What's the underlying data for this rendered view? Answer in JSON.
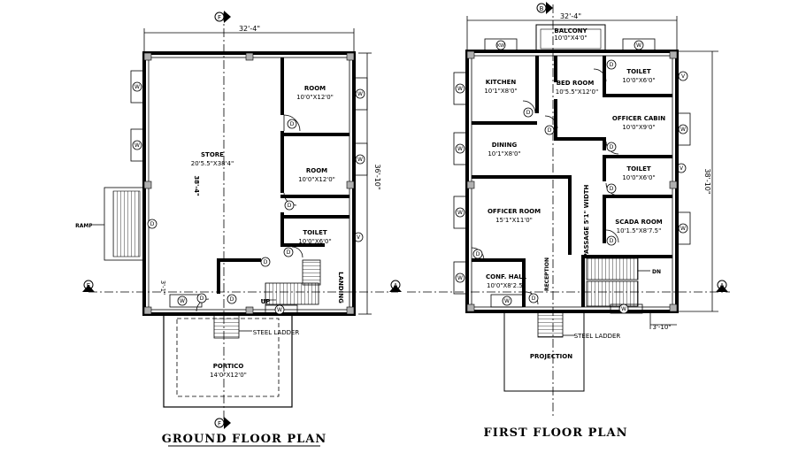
{
  "ground": {
    "title": "GROUND FLOOR PLAN",
    "width_dim": "32'-4\"",
    "depth_dim": "38'-4\"",
    "right_dim": "36'-10\"",
    "offset_dim": "3'-1\"",
    "axis_top": "F",
    "axis_bottom": "F",
    "axis_left": "E",
    "axis_right": "A",
    "rooms": {
      "store": "STORE",
      "store_size": "20'5.5\"X38'4\"",
      "room1": "ROOM",
      "room1_size": "10'0\"X12'0\"",
      "room2": "ROOM",
      "room2_size": "10'0\"X12'0\"",
      "toilet": "TOILET",
      "toilet_size": "10'0\"X6'0\"",
      "landing": "LANDING",
      "up": "UP",
      "ramp": "RAMP",
      "steel_ladder": "STEEL LADDER",
      "portico": "PORTICO",
      "portico_size": "14'0\"X12'0\""
    }
  },
  "first": {
    "title": "FIRST FLOOR PLAN",
    "width_dim": "32'-4\"",
    "right_dim": "38'-10\"",
    "offset_dim": "3'-10\"",
    "axis_top": "B",
    "axis_right": "A",
    "rooms": {
      "balcony": "BALCONY",
      "balcony_size": "10'0\"X4'0\"",
      "kitchen": "KITCHEN",
      "kitchen_size": "10'1\"X8'0\"",
      "bedroom": "BED ROOM",
      "bedroom_size": "10'5.5\"X12'0\"",
      "toilet1": "TOILET",
      "toilet1_size": "10'0\"X6'0\"",
      "officer_cabin": "OFFICER CABIN",
      "officer_cabin_size": "10'0\"X9'0\"",
      "dining": "DINING",
      "dining_size": "10'1\"X8'0\"",
      "toilet2": "TOILET",
      "toilet2_size": "10'0\"X6'0\"",
      "officer_room": "OFFICER ROOM",
      "officer_room_size": "15'1\"X11'0\"",
      "passage": "PASSAGE 5'1\" WIDTH",
      "scada_room": "SCADA ROOM",
      "scada_room_size": "10'1.5\"X8'7.5\"",
      "conf_hall": "CONF. HALL",
      "conf_hall_size": "10'0\"X8'2.5\"",
      "reception": "RECEPTION",
      "dn": "DN",
      "steel_ladder": "STEEL LADDER",
      "projection": "PROJECTION"
    }
  },
  "tags": {
    "window": "W",
    "door": "D",
    "ventilator": "V",
    "kitchen_window": "KW"
  },
  "colors": {
    "line": "#000000",
    "column": "#b0b0b0",
    "paper": "#ffffff"
  }
}
